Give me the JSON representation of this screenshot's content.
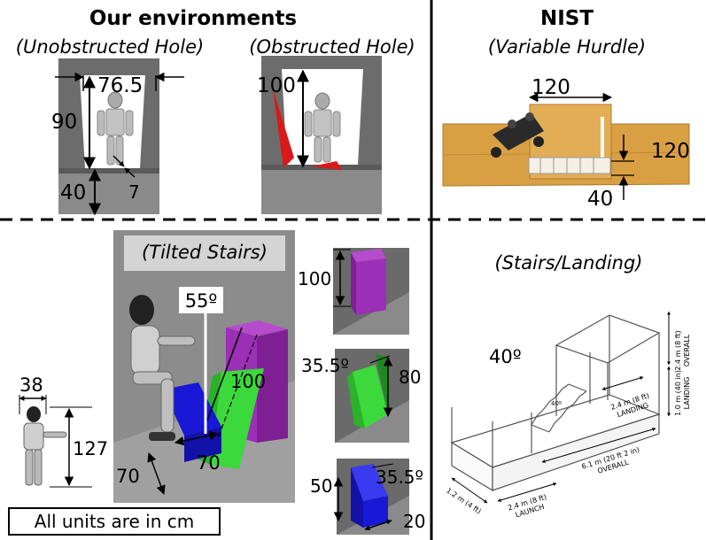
{
  "headers": {
    "ours": "Our environments",
    "nist": "NIST"
  },
  "panels": {
    "unobstructed_hole": {
      "title": "(Unobstructed Hole)",
      "dims": {
        "width": "76.5",
        "height": "90",
        "base": "40",
        "offset": "7"
      }
    },
    "obstructed_hole": {
      "title": "(Obstructed Hole)",
      "dims": {
        "height": "100"
      }
    },
    "variable_hurdle": {
      "title": "(Variable Hurdle)",
      "dims": {
        "width": "120",
        "depth": "120",
        "height": "40"
      }
    },
    "tilted_stairs": {
      "title": "(Tilted Stairs)",
      "dims": {
        "angle": "55º",
        "prism_height": "100",
        "step_a": "70",
        "step_b": "70"
      }
    },
    "robot": {
      "dims": {
        "width": "38",
        "height": "127"
      }
    },
    "blocks": {
      "purple": {
        "height": "100"
      },
      "green": {
        "angle": "35.5º",
        "height": "80"
      },
      "blue": {
        "angle": "35.5º",
        "height": "50",
        "depth": "20"
      }
    },
    "stairs_landing": {
      "title": "(Stairs/Landing)",
      "angle": "40º",
      "small_angle": "40º",
      "landing_height": "1.0 m (40 in)",
      "landing_height_label": "LANDING",
      "overall_height": "2.4 m (8 ft)",
      "overall_height_label": "OVERALL",
      "landing_length": "2.4 m (8 ft)",
      "landing_length_label": "LANDING",
      "overall_length": "6.1 m (20 ft 2 in)",
      "overall_length_label": "OVERALL",
      "launch_length": "2.4 m (8 ft)",
      "launch_label": "LAUNCH",
      "width": "1.2 m (4 ft)"
    }
  },
  "footer": {
    "units_note": "All units are in cm"
  },
  "colors": {
    "wall_gray": "#6a6a6a",
    "wood": "#d9a043",
    "obstacle_red": "#d81a1a",
    "purple": "#9b2fb5",
    "green": "#3cd93c",
    "blue": "#1818d6"
  }
}
